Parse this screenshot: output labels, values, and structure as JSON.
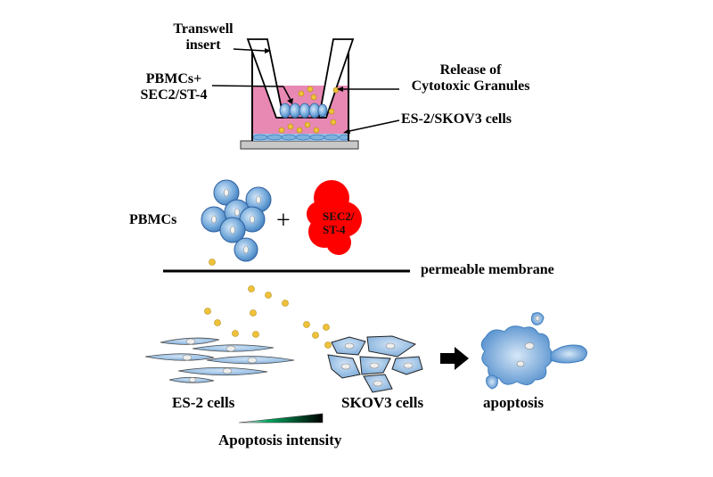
{
  "labels": {
    "transwell_line1": "Transwell",
    "transwell_line2": "insert",
    "pbmc_sec_line1": "PBMCs+",
    "pbmc_sec_line2": "SEC2/ST-4",
    "release_line1": "Release of",
    "release_line2": "Cytotoxic Granules",
    "es2_skov3_cells": "ES-2/SKOV3 cells",
    "pbmcs": "PBMCs",
    "plus": "+",
    "sec2_line1": "SEC2/",
    "sec2_line2": "ST-4",
    "permeable_membrane": "permeable membrane",
    "es2_cells": "ES-2 cells",
    "skov3_cells": "SKOV3 cells",
    "apoptosis": "apoptosis",
    "apoptosis_intensity": "Apoptosis intensity"
  },
  "colors": {
    "medium_pink": "#e889b4",
    "cell_blue": "#5b9bd5",
    "cell_blue_light": "#bcd7f0",
    "granule_yellow": "#f0c23a",
    "sec2_red": "#ff0000",
    "gradient_green": "#00a860"
  }
}
